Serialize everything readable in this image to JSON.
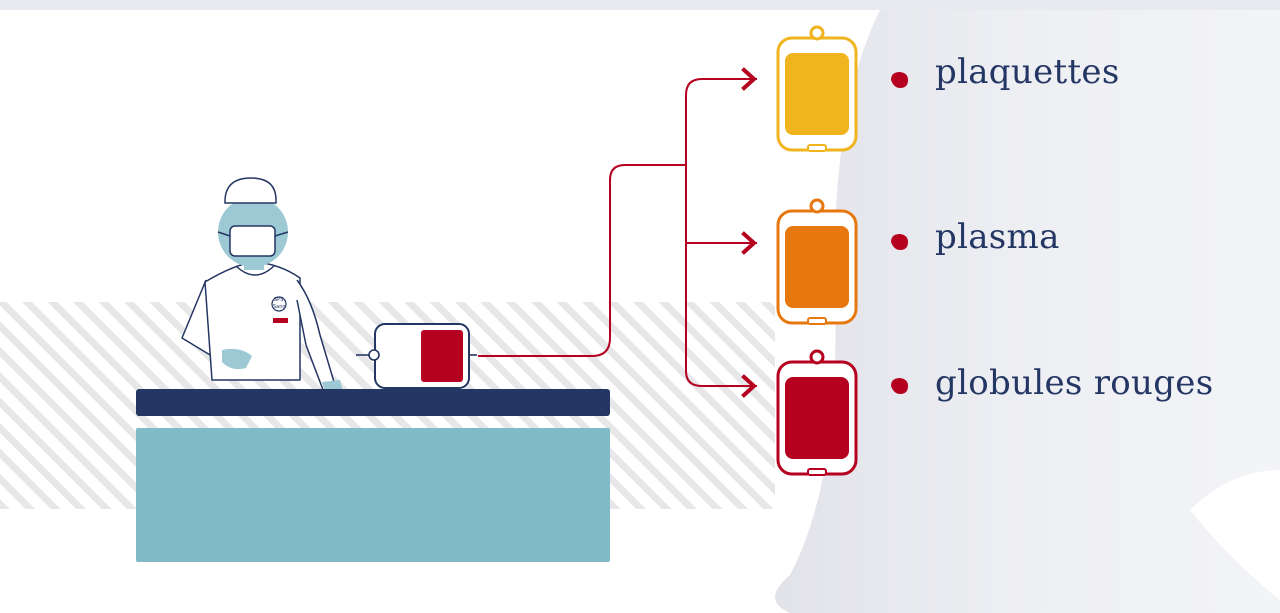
{
  "outputs": [
    {
      "label": "plaquettes",
      "color": "#f0b41e"
    },
    {
      "label": "plasma",
      "color": "#e6780f"
    },
    {
      "label": "globules rouges",
      "color": "#b5001f"
    }
  ],
  "badge": {
    "line1": "SPS",
    "line2": "Sang"
  },
  "colors": {
    "text": "#243663",
    "accent": "#b5001f",
    "table_top": "#243663",
    "table_body": "#80bbc7",
    "scrubs": "#9dc9d4",
    "bubble": "#e9eaef"
  }
}
